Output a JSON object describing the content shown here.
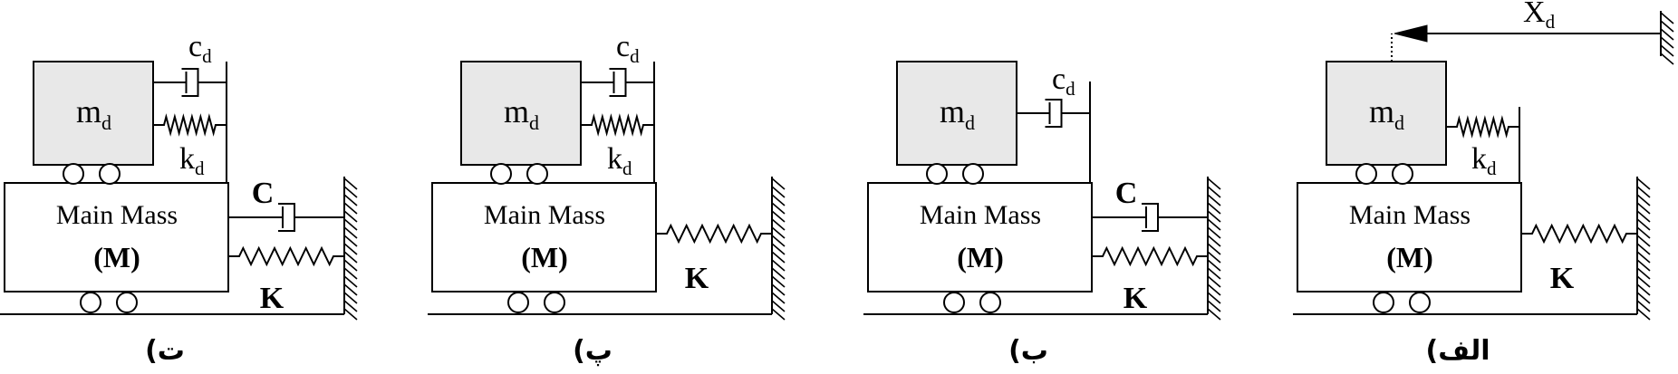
{
  "labels": {
    "main_mass": "Main Mass",
    "main_mass_symbol": "(M)",
    "damper_mass": "m",
    "damper_mass_sub": "d",
    "damper_coeff": "c",
    "damper_coeff_sub": "d",
    "spring_coeff": "k",
    "spring_coeff_sub": "d",
    "main_damping": "C",
    "main_stiffness": "K",
    "displacement": "X",
    "displacement_sub": "d"
  },
  "panels": [
    {
      "caption": "ت)",
      "dtype": "spring-damper",
      "main_damper": true
    },
    {
      "caption": "پ)",
      "dtype": "spring-damper",
      "main_damper": false
    },
    {
      "caption": "ب)",
      "dtype": "damper",
      "main_damper": true
    },
    {
      "caption": "الف)",
      "dtype": "spring-active",
      "main_damper": false
    }
  ]
}
